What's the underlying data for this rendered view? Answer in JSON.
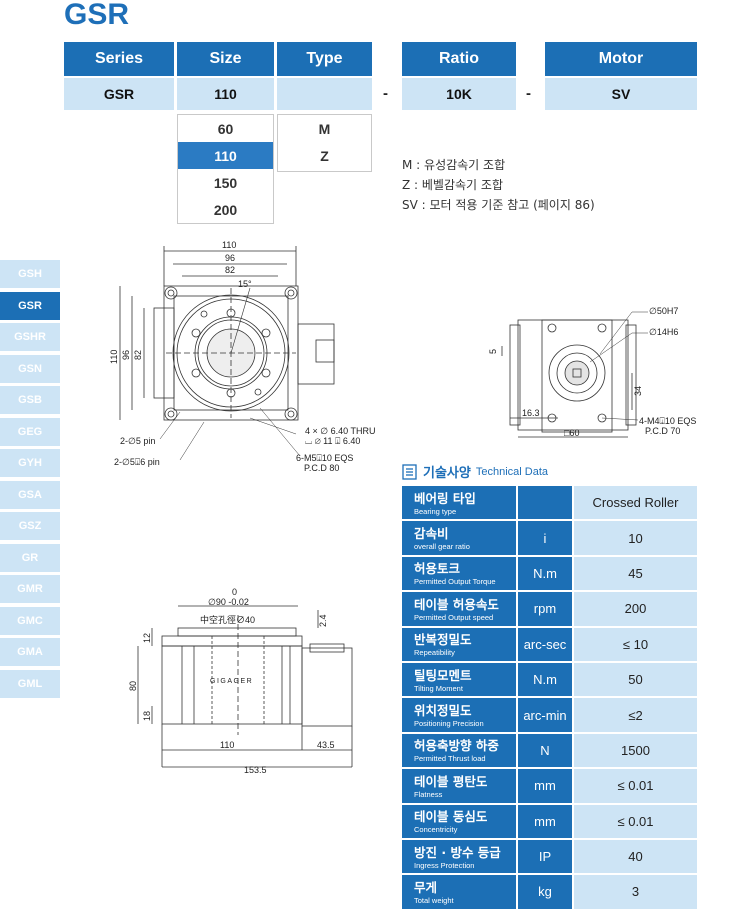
{
  "page_title": "GSR",
  "selector": {
    "headers": {
      "series": "Series",
      "size": "Size",
      "type": "Type",
      "ratio": "Ratio",
      "motor": "Motor"
    },
    "values": {
      "series": "GSR",
      "size": "110",
      "type": "",
      "ratio": "10K",
      "motor": "SV"
    },
    "separators": [
      "-",
      "-"
    ],
    "size_options": [
      "60",
      "110",
      "150",
      "200"
    ],
    "size_selected": "110",
    "type_options": [
      "M",
      "Z"
    ]
  },
  "notes": [
    "M   : 유성감속기 조합",
    "Z   : 베벨감속기 조합",
    "SV : 모터 적용 기준 참고 (페이지 86)"
  ],
  "series_tabs": [
    "GSH",
    "GSR",
    "GSHR",
    "GSN",
    "GSB",
    "GEG",
    "GYH",
    "GSA",
    "GSZ",
    "GR",
    "GMR",
    "GMC",
    "GMA",
    "GML"
  ],
  "active_tab": "GSR",
  "drawing_top": {
    "dim_110": "110",
    "dim_96": "96",
    "dim_82": "82",
    "angle": "15°",
    "vdim_110": "110",
    "vdim_96": "96",
    "vdim_82": "82",
    "thru_1": "4 × ∅ 6.40 THRU",
    "thru_2": "⌴ ∅ 11 ⍗ 6.40",
    "pin_1": "2-∅5 pin",
    "pin_2": "2-∅5⍗6 pin",
    "tap_1": "6-M5⍗10 EQS",
    "tap_2": "P.C.D 80"
  },
  "drawing_side": {
    "d50": "∅50H7",
    "d14": "∅14H6",
    "d5": "5",
    "d34": "34",
    "d163": "16.3",
    "d60": "□60",
    "tap_1": "4-M4⍗10 EQS",
    "tap_2": "P.C.D 70"
  },
  "drawing_front": {
    "tol": "0",
    "dia90": "∅90 -0.02",
    "hollow": "中空孔徑∅40",
    "brand": "GIGAGER",
    "v24": "2.4",
    "v12": "12",
    "v80": "80",
    "v18": "18",
    "h110": "110",
    "h435": "43.5",
    "h1535": "153.5"
  },
  "tech": {
    "title_ko": "기술사양",
    "title_en": "Technical Data",
    "rows": [
      {
        "ko": "베어링 타입",
        "en": "Bearing type",
        "unit": "",
        "value": "Crossed Roller"
      },
      {
        "ko": "감속비",
        "en": "overall gear ratio",
        "unit": "i",
        "value": "10"
      },
      {
        "ko": "허용토크",
        "en": "Permitted Output Torque",
        "unit": "N.m",
        "value": "45"
      },
      {
        "ko": "테이블 허용속도",
        "en": "Permitted Output speed",
        "unit": "rpm",
        "value": "200"
      },
      {
        "ko": "반복정밀도",
        "en": "Repeatibility",
        "unit": "arc-sec",
        "value": "≤ 10"
      },
      {
        "ko": "틸팅모멘트",
        "en": "Tilting Moment",
        "unit": "N.m",
        "value": "50"
      },
      {
        "ko": "위치정밀도",
        "en": "Positioning Precision",
        "unit": "arc-min",
        "value": "≤2"
      },
      {
        "ko": "허용축방향 하중",
        "en": "Permitted Thrust load",
        "unit": "N",
        "value": "1500"
      },
      {
        "ko": "테이블 평탄도",
        "en": "Flatness",
        "unit": "mm",
        "value": "≤ 0.01"
      },
      {
        "ko": "테이블 동심도",
        "en": "Concentricity",
        "unit": "mm",
        "value": "≤ 0.01"
      },
      {
        "ko": "방진 · 방수 등급",
        "en": "Ingress Protection",
        "unit": "IP",
        "value": "40"
      },
      {
        "ko": "무게",
        "en": "Total weight",
        "unit": "kg",
        "value": "3"
      }
    ]
  }
}
